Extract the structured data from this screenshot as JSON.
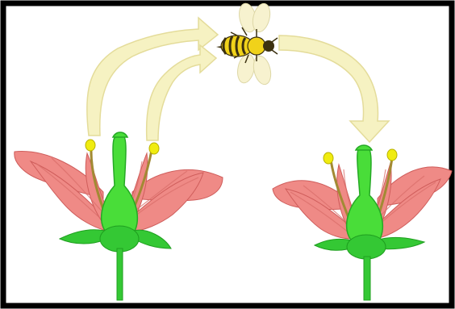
{
  "diagram": {
    "kind": "pollination",
    "background_color": "#ffffff",
    "frame_color": "#000000",
    "arrow_fill_color": "#f6f2c2",
    "arrow_stroke_color": "#e4dc9a",
    "petal_color": "#ef8a86",
    "petal_shadow_color": "#cf5d5b",
    "pistil_color": "#49dd39",
    "pistil_shadow_color": "#25a925",
    "leaf_color": "#34c834",
    "anther_color": "#f0ec10",
    "filament_color": "#a28a34",
    "bee_body_color": "#f0d21a",
    "bee_stripe_color": "#3c3110",
    "bee_wing_color": "#f7f2cf",
    "elements": {
      "pollen_source_flower": "flower-left",
      "pollinator": "bee-icon",
      "pollen_target_flower": "flower-right"
    },
    "labels": []
  }
}
